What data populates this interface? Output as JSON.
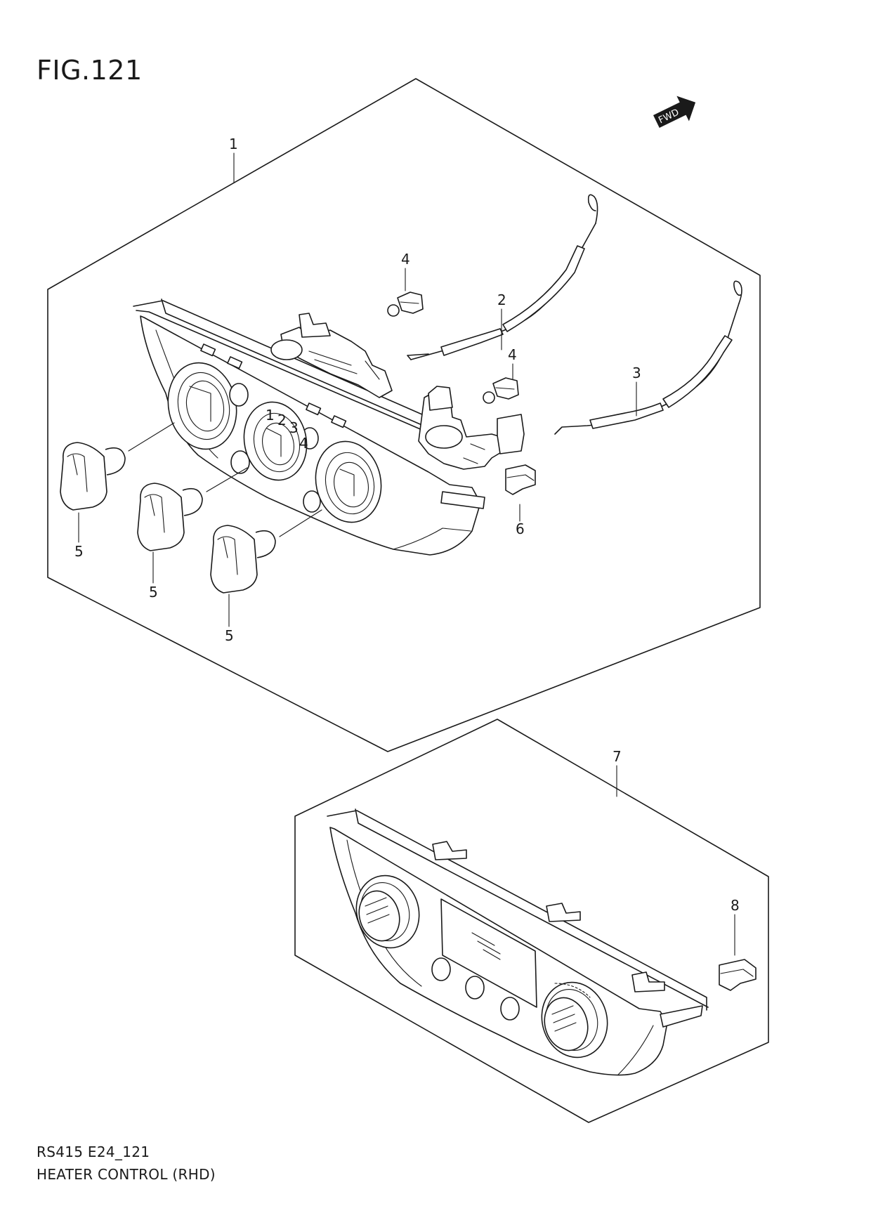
{
  "figure": {
    "title": "FIG.121",
    "code": "RS415 E24_121",
    "name": "HEATER CONTROL (RHD)"
  },
  "direction_badge": "FWD",
  "callouts": {
    "p1": "1",
    "p2": "2",
    "p3": "3",
    "p4a": "4",
    "p4b": "4",
    "p5a": "5",
    "p5b": "5",
    "p5c": "5",
    "p6": "6",
    "p7": "7",
    "p8": "8"
  },
  "fan_scale": {
    "s1": "1",
    "s2": "2",
    "s3": "3",
    "s4": "4"
  }
}
